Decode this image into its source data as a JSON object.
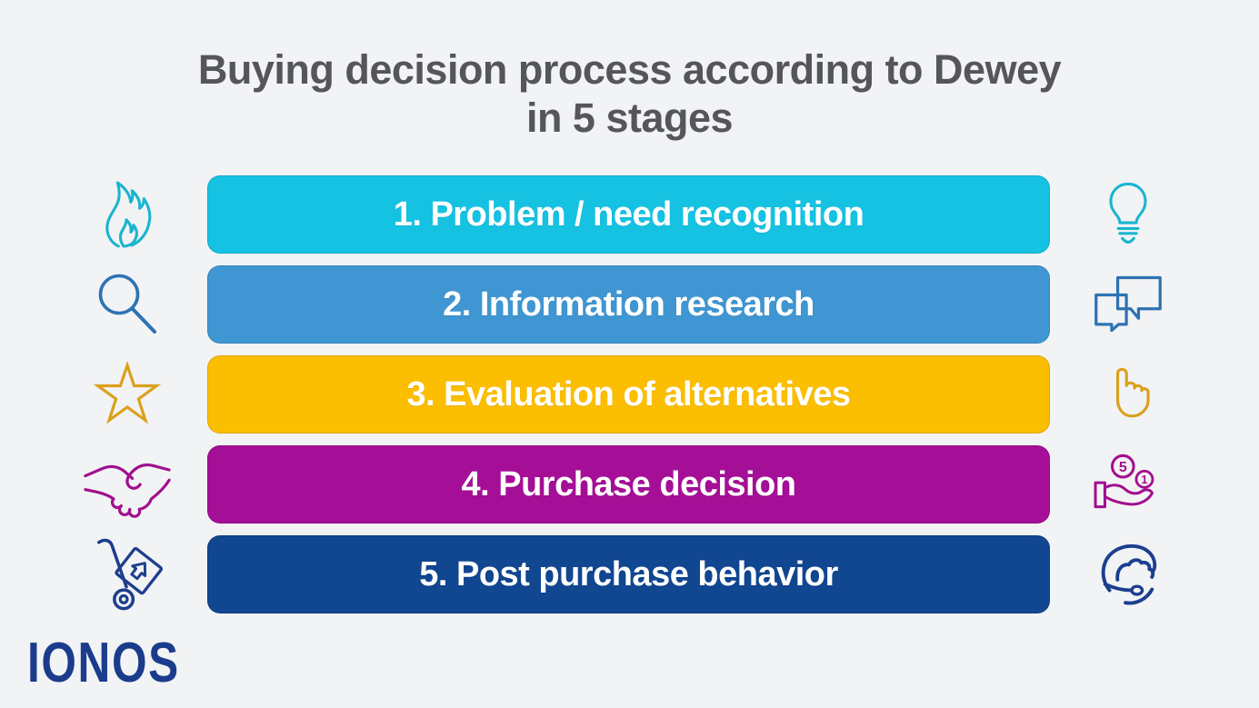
{
  "title": {
    "line1": "Buying decision process according to Dewey",
    "line2": "in 5 stages"
  },
  "stages": [
    {
      "label": "1. Problem / need recognition",
      "bar_color": "#16c2e2",
      "icon_color": "#1ab5cf",
      "left_icon": "flame-icon",
      "right_icon": "lightbulb-icon"
    },
    {
      "label": "2. Information research",
      "bar_color": "#3f96d2",
      "icon_color": "#2d73b3",
      "left_icon": "magnifier-icon",
      "right_icon": "speech-bubbles-icon"
    },
    {
      "label": "3. Evaluation of alternatives",
      "bar_color": "#fcbe00",
      "icon_color": "#dba11c",
      "left_icon": "star-icon",
      "right_icon": "pointing-hand-icon"
    },
    {
      "label": "4. Purchase decision",
      "bar_color": "#a50f97",
      "icon_color": "#a1108e",
      "left_icon": "handshake-icon",
      "right_icon": "coins-in-hand-icon"
    },
    {
      "label": "5. Post purchase behavior",
      "bar_color": "#114690",
      "icon_color": "#1c3e8e",
      "left_icon": "hand-truck-icon",
      "right_icon": "support-agent-icon"
    }
  ],
  "coins": {
    "large": "5",
    "small": "1"
  },
  "logo": {
    "text": "IONOS"
  },
  "colors": {
    "background": "#f2f3f5",
    "title": "#55565a",
    "logo": "#1b3c8c"
  }
}
